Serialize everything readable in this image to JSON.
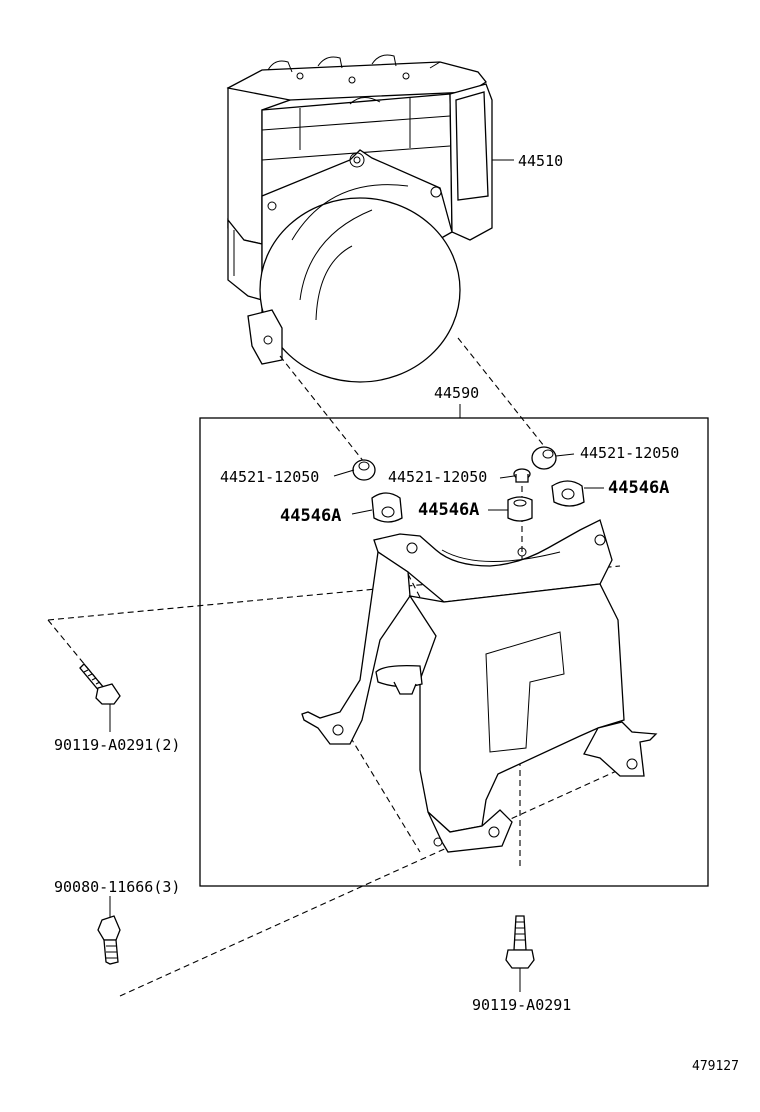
{
  "callouts": {
    "actuator": "44510",
    "bracket_assy": "44590",
    "stud_left": "44521-12050",
    "stud_center": "44521-12050",
    "stud_right": "44521-12050",
    "cushion_left": "44546A",
    "cushion_center": "44546A",
    "cushion_right": "44546A",
    "bolt_left": "90119-A0291(2)",
    "bolt_small": "90080-11666(3)",
    "bolt_bottom": "90119-A0291"
  },
  "diagram_id": "479127"
}
